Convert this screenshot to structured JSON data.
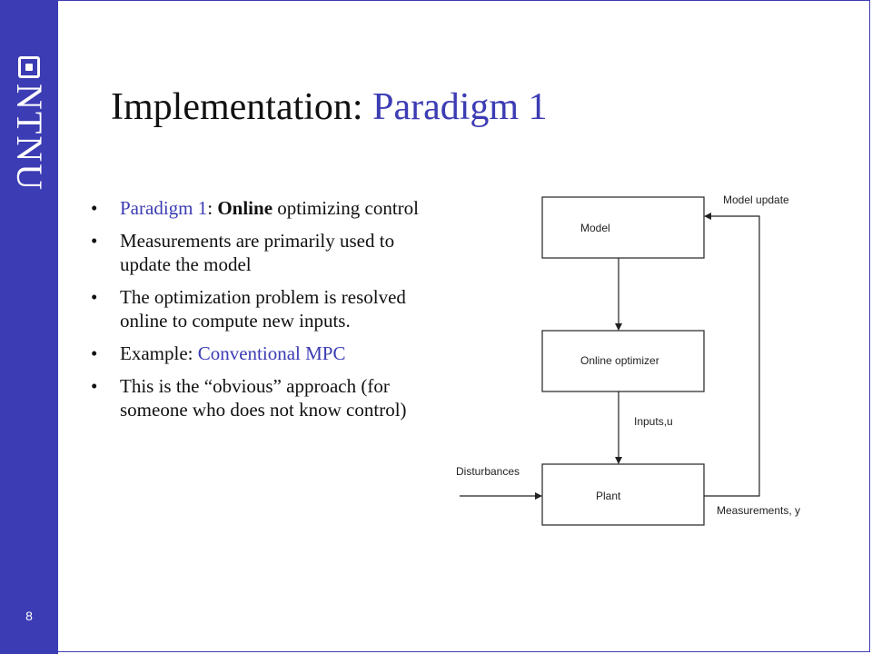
{
  "sidebar": {
    "logo_text": "NTNU",
    "slide_number": "8"
  },
  "title": {
    "prefix": "Implementation: ",
    "accent": "Paradigm 1"
  },
  "bullets": [
    {
      "lead": "Paradigm 1",
      "sep": ": ",
      "bold": "Online",
      "rest": " optimizing control"
    },
    {
      "text": "Measurements are primarily used to update the model"
    },
    {
      "text": "The optimization problem is resolved online to compute new inputs."
    },
    {
      "lead": "Example: ",
      "accent": "Conventional MPC"
    },
    {
      "text": "This is the “obvious” approach (for someone who does not know control)"
    }
  ],
  "diagram": {
    "blocks": {
      "model": "Model",
      "optimizer": "Online optimizer",
      "plant": "Plant"
    },
    "labels": {
      "model_update": "Model update",
      "inputs": "Inputs,u",
      "disturbances": "Disturbances",
      "measurements": "Measurements, y"
    }
  },
  "colors": {
    "accent": "#3c3cb4",
    "sidebar": "#3c3cb4"
  }
}
